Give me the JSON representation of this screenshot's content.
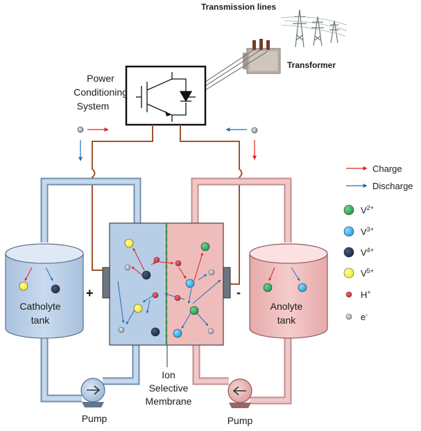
{
  "labels": {
    "transmission_lines": "Transmission lines",
    "transformer": "Transformer",
    "pcs_line1": "Power",
    "pcs_line2": "Conditioning",
    "pcs_line3": "System",
    "catholyte_line1": "Catholyte",
    "catholyte_line2": "tank",
    "anolyte_line1": "Anolyte",
    "anolyte_line2": "tank",
    "membrane_line1": "Ion",
    "membrane_line2": "Selective",
    "membrane_line3": "Membrane",
    "pump_left": "Pump",
    "pump_right": "Pump",
    "plus": "+",
    "minus": "-"
  },
  "legend": {
    "charge": "Charge",
    "discharge": "Discharge",
    "v2": "V",
    "v2_sup": "2+",
    "v3": "V",
    "v3_sup": "3+",
    "v4": "V",
    "v4_sup": "4+",
    "v5": "V",
    "v5_sup": "5+",
    "h": "H",
    "h_sup": "+",
    "e": "e",
    "e_sup": "-"
  },
  "colors": {
    "charge_arrow": "#e0201c",
    "discharge_arrow": "#1f6fb8",
    "v2_ion": "#1e9a4a",
    "v3_ion": "#1aa0e6",
    "v4_ion": "#1b2a48",
    "v5_ion": "#f2ec1c",
    "h_ion": "#c8202a",
    "e_particle": "#a9b4bf",
    "catholyte_fill": "#b8cde6",
    "anolyte_fill": "#efbcbc",
    "copper_wire": "#a0522d",
    "membrane": "#2ca02c"
  }
}
